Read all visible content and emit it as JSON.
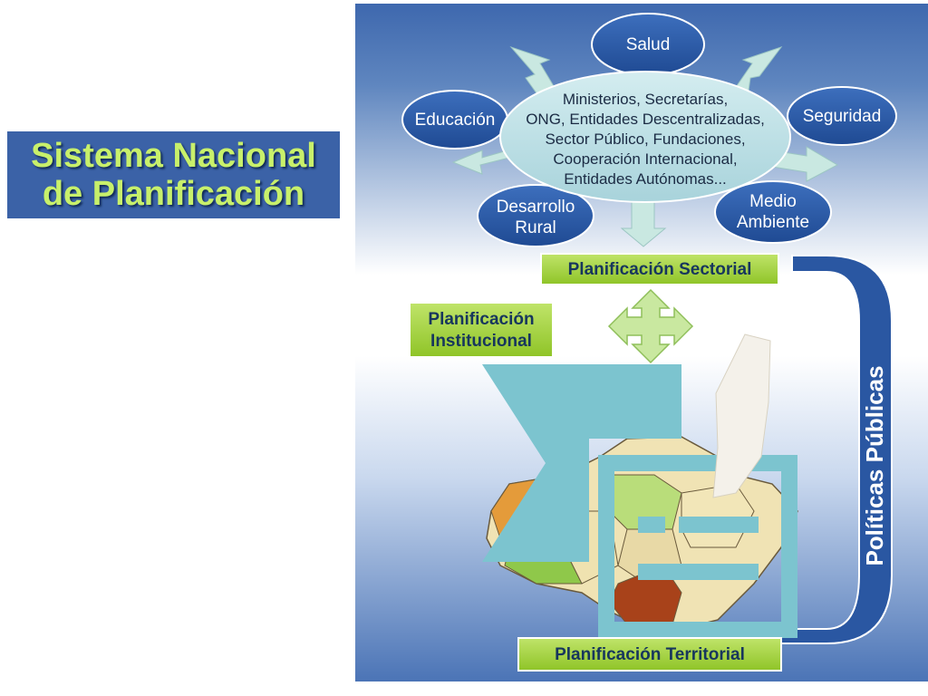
{
  "title": {
    "line1": "Sistema Nacional",
    "line2": "de Planificación"
  },
  "diagram": {
    "center_ellipse": {
      "lines": [
        "Ministerios, Secretarías,",
        "ONG, Entidades Descentralizadas,",
        "Sector Público, Fundaciones,",
        "Cooperación Internacional,",
        "Entidades Autónomas..."
      ]
    },
    "sectors": {
      "salud": "Salud",
      "educacion": "Educación",
      "seguridad": "Seguridad",
      "desarrollo_rural_1": "Desarrollo",
      "desarrollo_rural_2": "Rural",
      "medio_ambiente_1": "Medio",
      "medio_ambiente_2": "Ambiente"
    },
    "planificacion_sectorial": "Planificación Sectorial",
    "planificacion_institucional_1": "Planificación",
    "planificacion_institucional_2": "Institucional",
    "planificacion_territorial": "Planificación Territorial",
    "politicas_publicas": "Políticas Públicas"
  },
  "colors": {
    "title_bg": "#3b62a7",
    "title_text": "#c8f06b",
    "ellipse_blue": "#2d5aa5",
    "center_ellipse": "#bfe0e6",
    "green_box": "#a8d43c",
    "arrow_light": "#c8e6dc",
    "overlay_cyan": "#7cc4cf"
  }
}
